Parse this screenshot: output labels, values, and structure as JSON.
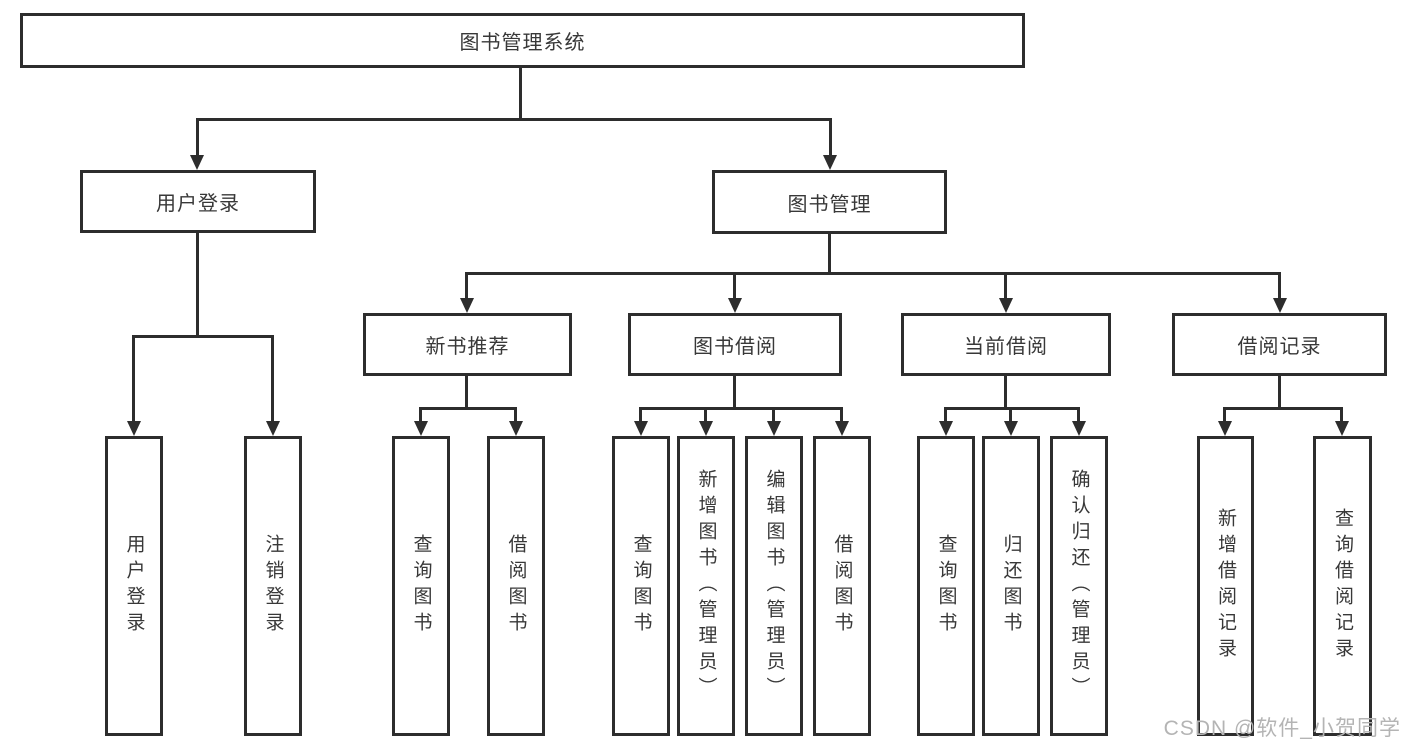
{
  "tree": {
    "root": {
      "label": "图书管理系统"
    },
    "branches": [
      {
        "label": "用户登录",
        "children": [
          {
            "label": "用户登录"
          },
          {
            "label": "注销登录"
          }
        ]
      },
      {
        "label": "图书管理",
        "children": [
          {
            "label": "新书推荐",
            "children": [
              {
                "label": "查询图书"
              },
              {
                "label": "借阅图书"
              }
            ]
          },
          {
            "label": "图书借阅",
            "children": [
              {
                "label": "查询图书"
              },
              {
                "label": "新增图书（管理员）"
              },
              {
                "label": "编辑图书（管理员）"
              },
              {
                "label": "借阅图书"
              }
            ]
          },
          {
            "label": "当前借阅",
            "children": [
              {
                "label": "查询图书"
              },
              {
                "label": "归还图书"
              },
              {
                "label": "确认归还（管理员）"
              }
            ]
          },
          {
            "label": "借阅记录",
            "children": [
              {
                "label": "新增借阅记录"
              },
              {
                "label": "查询借阅记录"
              }
            ]
          }
        ]
      }
    ]
  },
  "watermark": "CSDN @软件_小贺同学",
  "colors": {
    "line": "#2d2d2d",
    "text": "#383838",
    "watermark": "#b4b4b4",
    "background": "#ffffff"
  }
}
